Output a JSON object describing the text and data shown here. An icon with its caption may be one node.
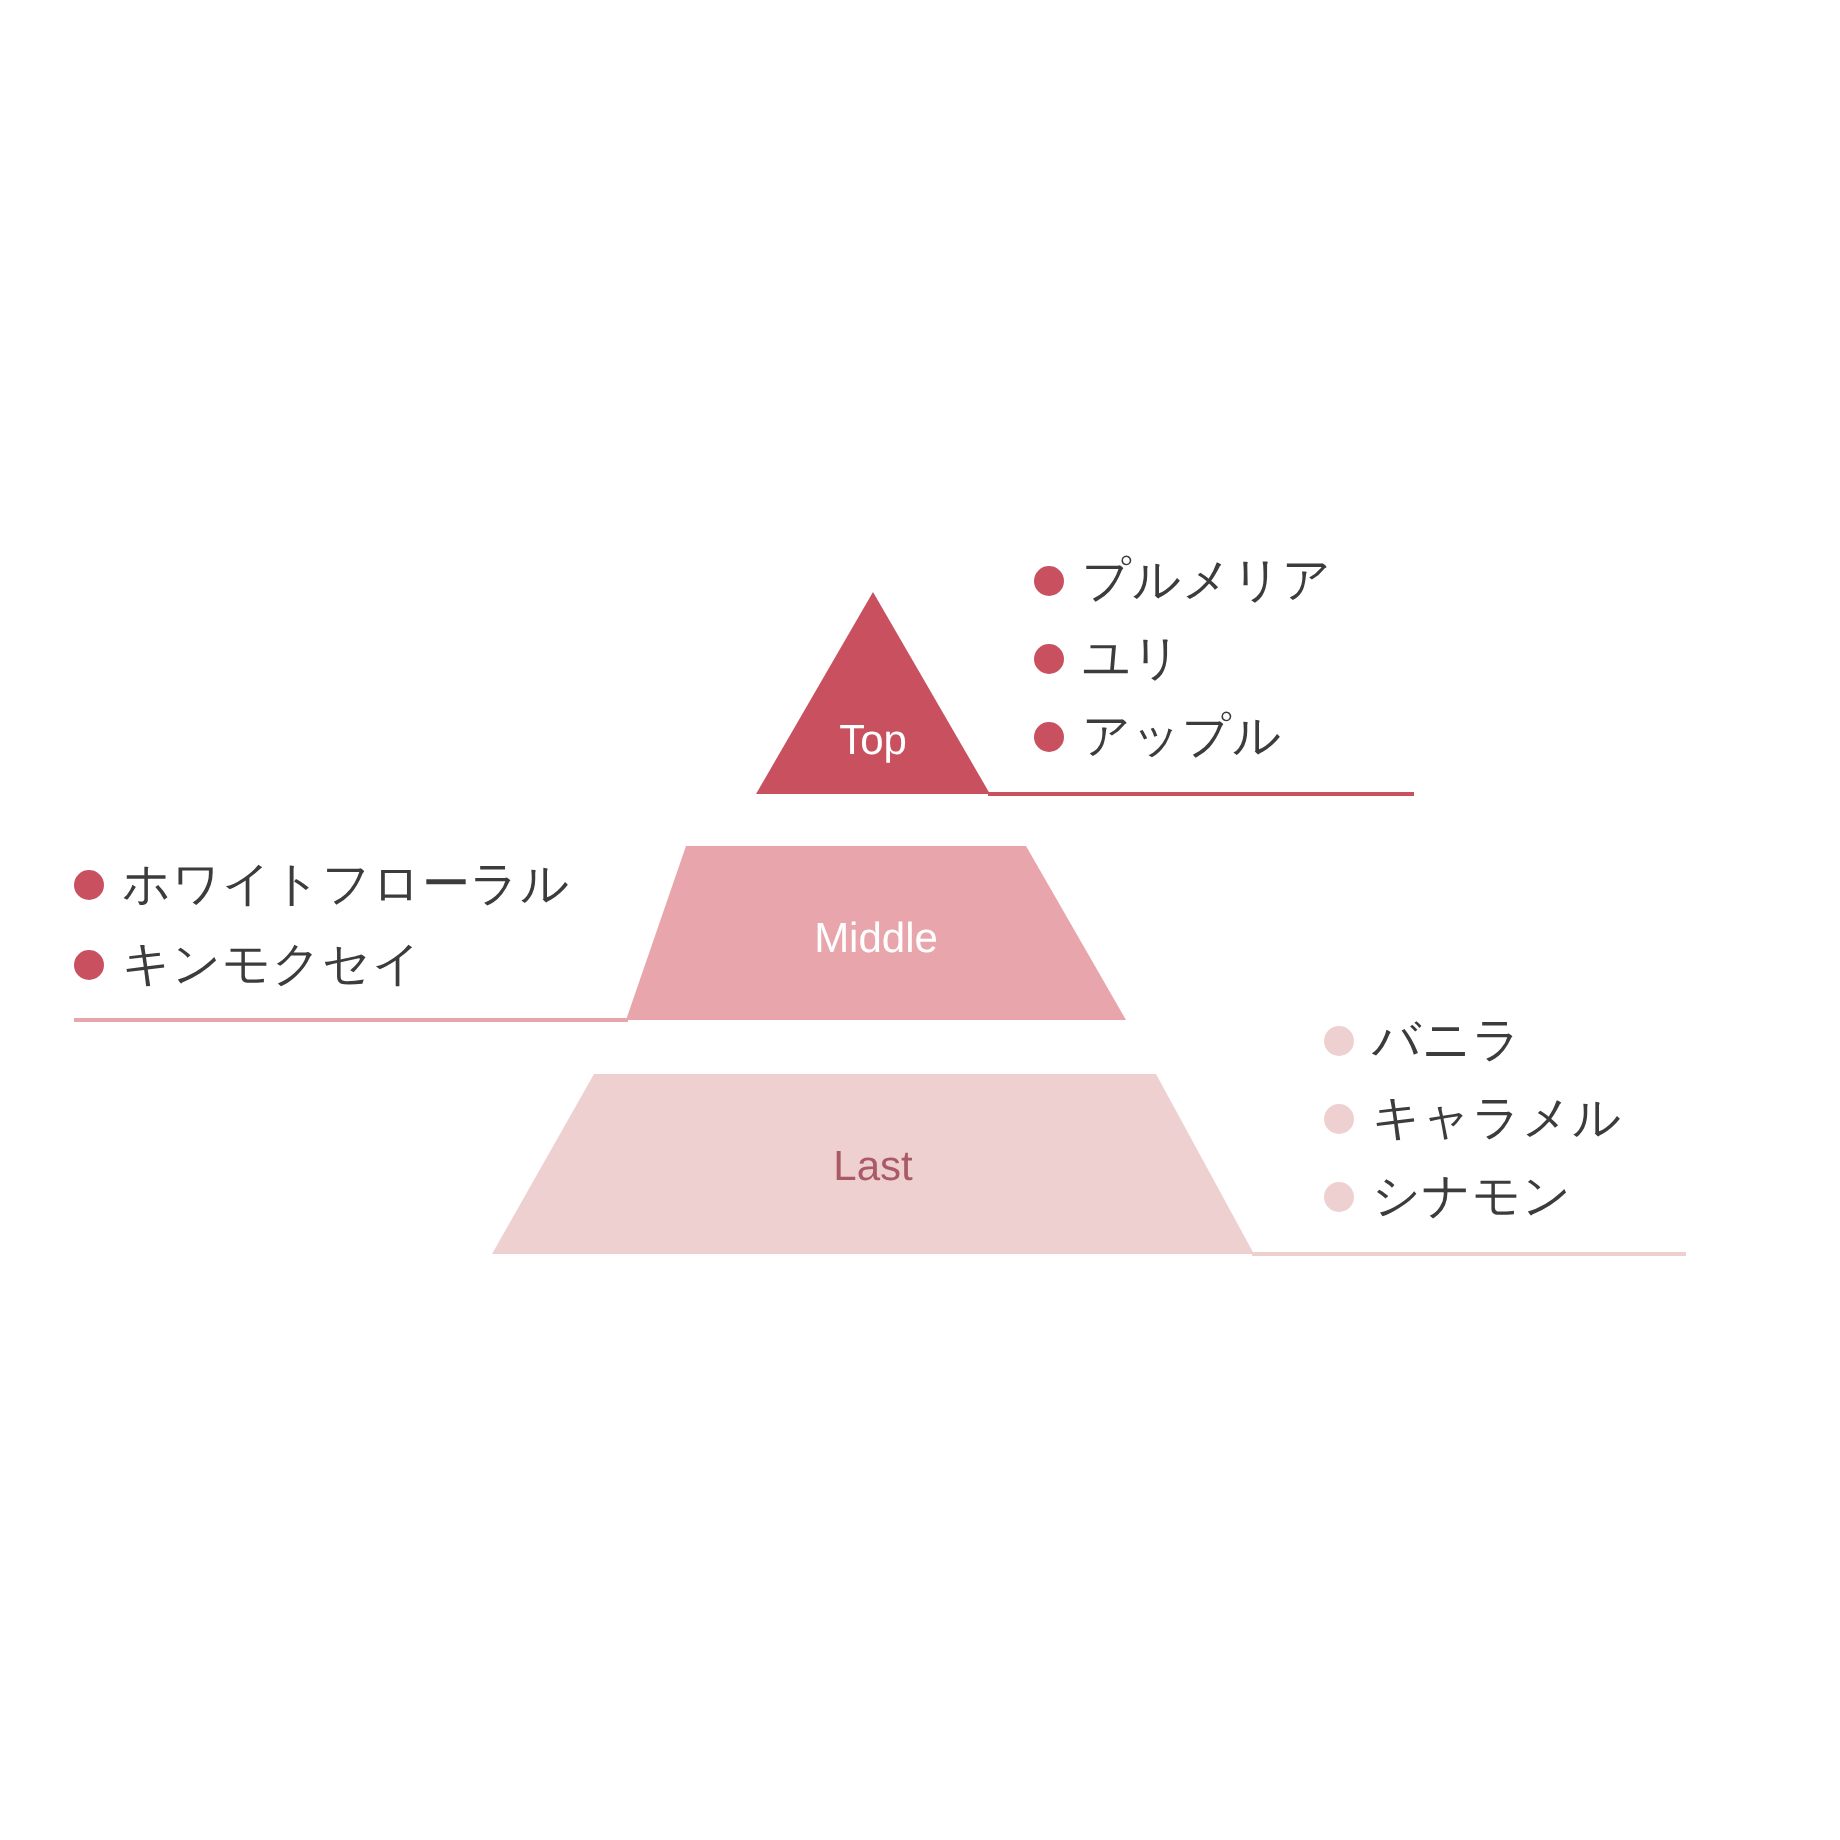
{
  "diagram": {
    "nodes": [
      {
        "text": [
          "Top"
        ],
        "beside": [
          "プルメリア",
          "ユリ",
          "アップル"
        ]
      },
      {
        "text": [
          "Middle"
        ],
        "beside": [
          "ホワイトフローラル",
          "キンモクセイ"
        ]
      },
      {
        "text": [
          "Last"
        ],
        "beside": [
          "バニラ",
          "キャラメル",
          "シナモン"
        ]
      }
    ]
  }
}
